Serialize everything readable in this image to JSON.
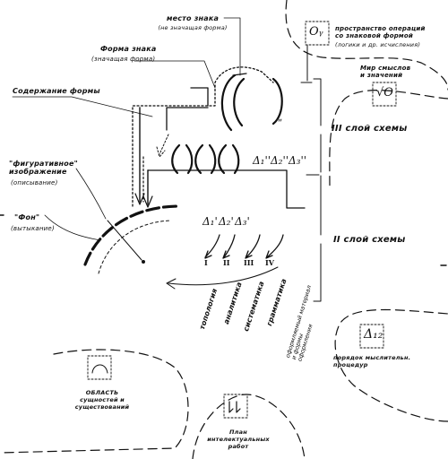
{
  "labels": {
    "mesto_znaka": "место знака",
    "mesto_znaka_sub": "(не значащая форма)",
    "forma_znaka": "Форма знака",
    "forma_znaka_sub": "(значащая форма)",
    "soderzhanie": "Содержание формы",
    "figurativnoe": "\"фигуративное\"\nизображение",
    "figurativnoe_sub": "(описывание)",
    "fon": "\"Фон\"",
    "fon_sub": "(вытыкание)",
    "prostranstvo": "пространство операций\nсо знаковой формой",
    "prostranstvo_sub": "(логики и др. исчисления)",
    "mir_smyslov": "Мир смыслов\nи значений",
    "sloy3": "III слой схемы",
    "sloy2": "II слой схемы",
    "oblast": "ОБЛАСТЬ\nсущностей и\nсуществований",
    "plan": "План\nинтелектуальных\nработ",
    "poryadok": "порядок мыслительн.\nпроцедур",
    "oformlyaemy": "оформляемый материал\nи формы\nоформления"
  },
  "symbols": {
    "delta_upper": [
      "Δ₁''",
      "Δ₂''",
      "Δ₃''"
    ],
    "delta_lower": [
      "Δ₁'",
      "Δ₂'",
      "Δ₃'"
    ],
    "delta_12": "Δ₁₂",
    "roman": [
      "I",
      "II",
      "III",
      "IV"
    ],
    "space_symbol": "Oᵧ",
    "world_symbol": "√O",
    "pair_mark": "ʺ"
  },
  "disciplines": [
    "топология",
    "аналитика",
    "систематика",
    "грамматика"
  ]
}
